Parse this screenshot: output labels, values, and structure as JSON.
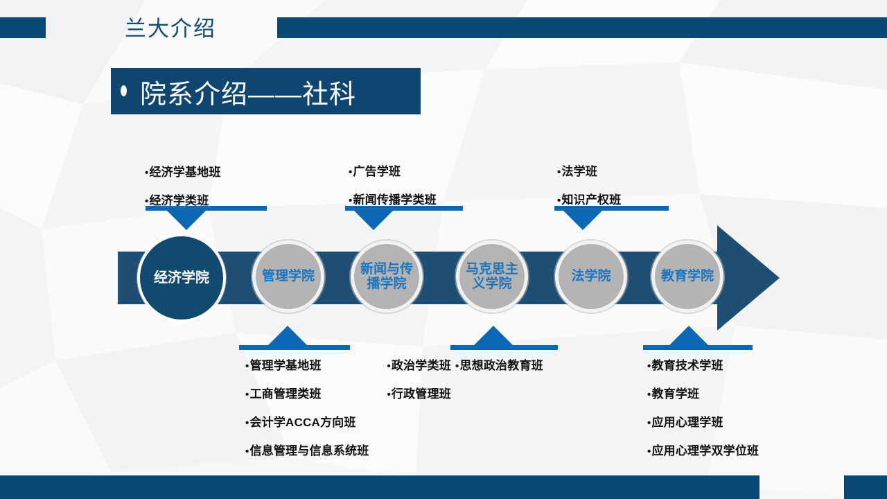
{
  "header": {
    "title": "兰大介绍"
  },
  "section": {
    "title": "院系介绍——社科",
    "bullet_icon": "bullet-dot-icon"
  },
  "colors": {
    "navy": "#0a4875",
    "navy_dark": "#0f456e",
    "accent_blue": "#0b68b4",
    "circle_active_fill": "#12496f",
    "circle_idle_fill": "#b4b4b4",
    "circle_idle_text": "#1b74bf",
    "background": "#f7f8f8"
  },
  "flow": {
    "arrow_direction": "right",
    "nodes": [
      {
        "id": "economics",
        "label": "经济学院",
        "state": "active"
      },
      {
        "id": "management",
        "label": "管理学院",
        "state": "idle"
      },
      {
        "id": "journalism",
        "label": "新闻与传播学院",
        "state": "idle"
      },
      {
        "id": "marxism",
        "label": "马克思主义学院",
        "state": "idle"
      },
      {
        "id": "law",
        "label": "法学院",
        "state": "idle"
      },
      {
        "id": "education",
        "label": "教育学院",
        "state": "idle"
      }
    ]
  },
  "callouts": {
    "economics": {
      "position": "top",
      "items": [
        "经济学基地班",
        "经济学类班"
      ]
    },
    "journalism": {
      "position": "top",
      "items": [
        "广告学班",
        "新闻传播学类班"
      ]
    },
    "law": {
      "position": "top",
      "items": [
        "法学班",
        "知识产权班"
      ]
    },
    "management": {
      "position": "bottom",
      "column_left": [
        "管理学基地班",
        "工商管理类班",
        "会计学ACCA方向班",
        "信息管理与信息系统班"
      ],
      "column_right": [
        "政治学类班",
        "行政管理班"
      ]
    },
    "marxism": {
      "position": "bottom",
      "items": [
        "思想政治教育班"
      ]
    },
    "education": {
      "position": "bottom",
      "items": [
        "教育技术学班",
        "教育学班",
        "应用心理学班",
        "应用心理学双学位班"
      ]
    }
  }
}
